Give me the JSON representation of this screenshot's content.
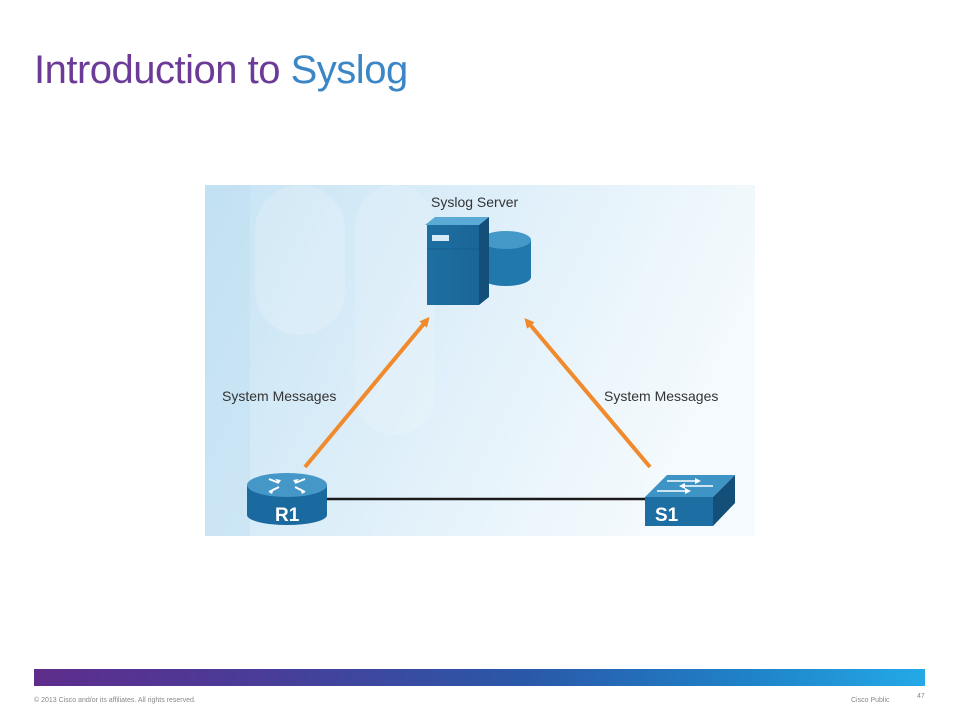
{
  "slide": {
    "title_part1": "Introduction to",
    "title_part2": "Syslog",
    "colors": {
      "title_purple": "#6b3b97",
      "title_blue": "#3b86c6",
      "arrow": "#f08a2c",
      "device": "#1f75a8"
    }
  },
  "diagram": {
    "server_label": "Syslog Server",
    "left_message": "System Messages",
    "right_message": "System Messages",
    "router_label": "R1",
    "switch_label": "S1",
    "icons": {
      "server": "server-icon",
      "database": "database-icon",
      "router": "router-icon",
      "switch": "switch-icon"
    }
  },
  "footer": {
    "copyright": "© 2013 Cisco and/or its affiliates. All rights reserved.",
    "classification": "Cisco Public",
    "page_number": "47"
  }
}
